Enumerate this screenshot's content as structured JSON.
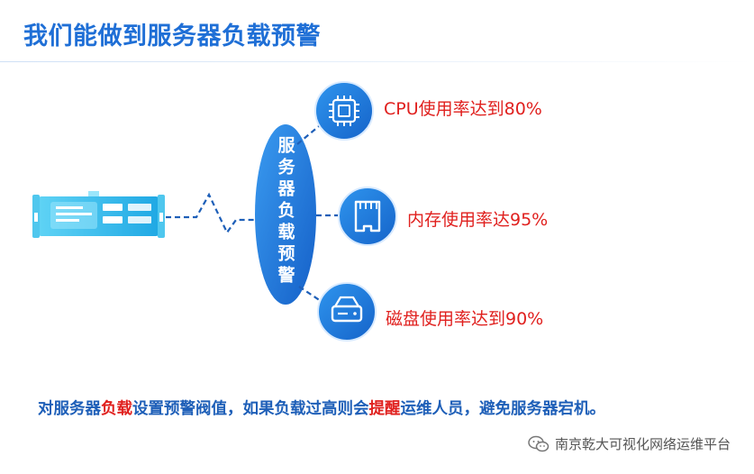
{
  "title": "我们能做到服务器负载预警",
  "center": {
    "text": "服务器负载预警"
  },
  "alerts": [
    {
      "label": "CPU使用率达到80%",
      "icon": "cpu-icon"
    },
    {
      "label": "内存使用率达95%",
      "icon": "memory-card-icon"
    },
    {
      "label": "磁盘使用率达到90%",
      "icon": "hard-disk-icon"
    }
  ],
  "footer": {
    "part1": "对服务器",
    "highlight1": "负载",
    "part2": "设置预警阀值，如果负载过高则会",
    "highlight2": "提醒",
    "part3": "运维人员，避免服务器宕机。"
  },
  "watermark": {
    "text": "南京乾大可视化网络运维平台",
    "icon": "wechat-icon"
  },
  "colors": {
    "title": "#1f6fd6",
    "accent_blue": "#1e7be0",
    "alert_red": "#e0201e",
    "footer_blue": "#1e5fb8",
    "server_cyan": "#35c6f0"
  }
}
